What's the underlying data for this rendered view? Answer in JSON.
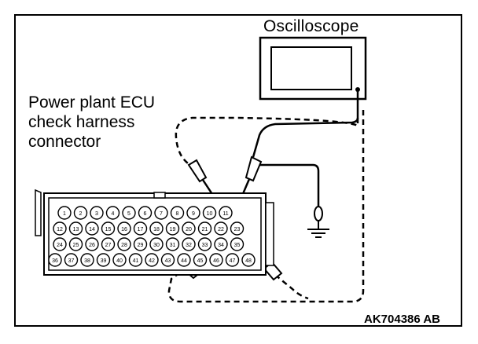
{
  "oscilloscope_label": "Oscilloscope",
  "ecu_label": {
    "line1": "Power plant ECU",
    "line2": "check harness",
    "line3": "connector"
  },
  "figure_code": "AK704386 AB",
  "connector": {
    "row1": [
      "1",
      "2",
      "3",
      "4",
      "5",
      "6",
      "7",
      "8",
      "9",
      "10",
      "11"
    ],
    "row2": [
      "12",
      "13",
      "14",
      "15",
      "16",
      "17",
      "18",
      "19",
      "20",
      "21",
      "22",
      "23"
    ],
    "row3": [
      "24",
      "25",
      "26",
      "27",
      "28",
      "29",
      "30",
      "31",
      "32",
      "33",
      "34",
      "35"
    ],
    "row4": [
      "36",
      "37",
      "38",
      "39",
      "40",
      "41",
      "42",
      "43",
      "44",
      "45",
      "46",
      "47",
      "48"
    ]
  }
}
